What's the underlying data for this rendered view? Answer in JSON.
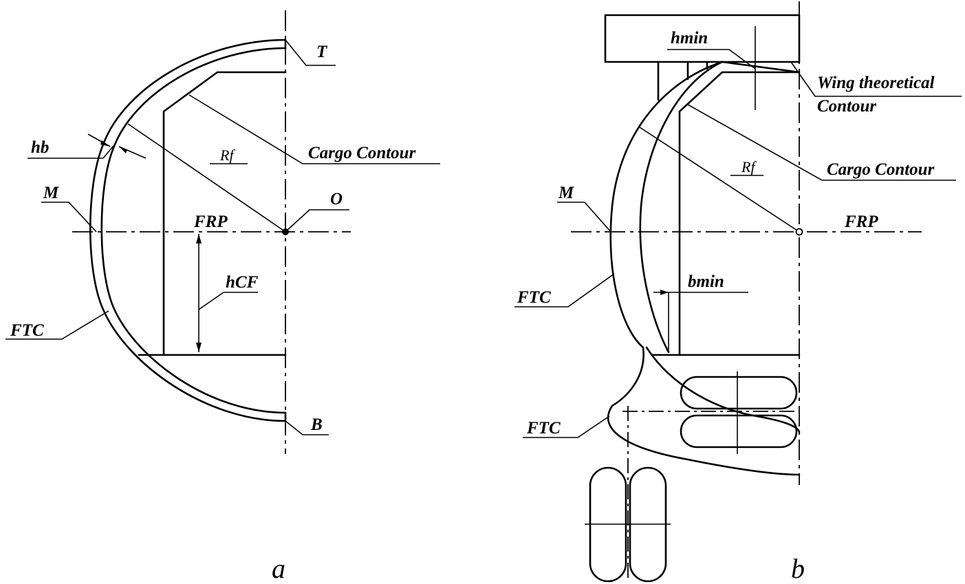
{
  "panel_a": {
    "caption": "a",
    "labels": {
      "T": "T",
      "B": "B",
      "O": "O",
      "M": "M",
      "FRP": "FRP",
      "hb": "hb",
      "Rf": "Rf",
      "hCF": "hCF",
      "cargo_contour": "Cargo Contour",
      "FTC": "FTC"
    }
  },
  "panel_b": {
    "caption": "b",
    "labels": {
      "hmin": "hmin",
      "wing_line1": "Wing theoretical",
      "wing_line2": "Contour",
      "cargo_contour": "Cargo Contour",
      "Rf": "Rf",
      "M": "M",
      "FRP": "FRP",
      "bmin": "bmin",
      "FTC_upper": "FTC",
      "FTC_lower": "FTC"
    }
  }
}
